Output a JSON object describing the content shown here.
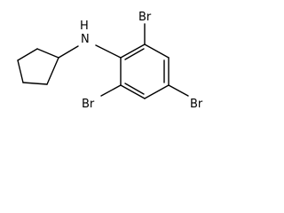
{
  "molecule": {
    "atoms": {
      "nh": "N",
      "nh_h": "H",
      "br_top": "Br",
      "br_bottom_left": "Br",
      "br_right": "Br"
    },
    "colors": {
      "bond": "#000000",
      "text": "#000000",
      "background": "#ffffff"
    }
  }
}
